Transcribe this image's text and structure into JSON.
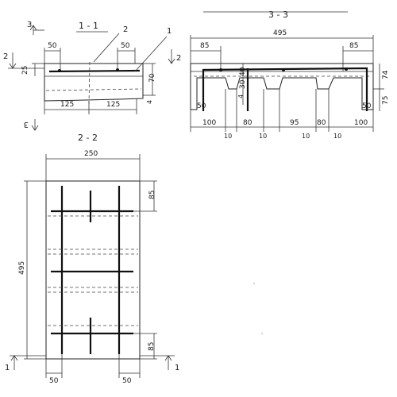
{
  "sections": {
    "s11": "1 - 1",
    "s22": "2 - 2",
    "s33": "3 - 3"
  },
  "markers": {
    "one": "1",
    "two": "2",
    "three": "3"
  },
  "callouts": {
    "c1": "1",
    "c2": "2"
  },
  "dims": {
    "d50a": "50",
    "d50b": "50",
    "d25": "25",
    "d70": "70",
    "d4": "4",
    "d125a": "125",
    "d125b": "125",
    "d495top": "495",
    "d85a": "85",
    "d85b": "85",
    "d40": "40",
    "d30": "30",
    "d4b": "4",
    "d74": "74",
    "d75": "75",
    "d50c": "50",
    "d50d": "50",
    "d100a": "100",
    "d80a": "80",
    "d95": "95",
    "d80b": "80",
    "d100b": "100",
    "d10a": "10",
    "d10b": "10",
    "d10c": "10",
    "d10d": "10",
    "d250": "250",
    "d85c": "85",
    "d495side": "495",
    "d85d": "85",
    "d50e": "50",
    "d50f": "50"
  }
}
